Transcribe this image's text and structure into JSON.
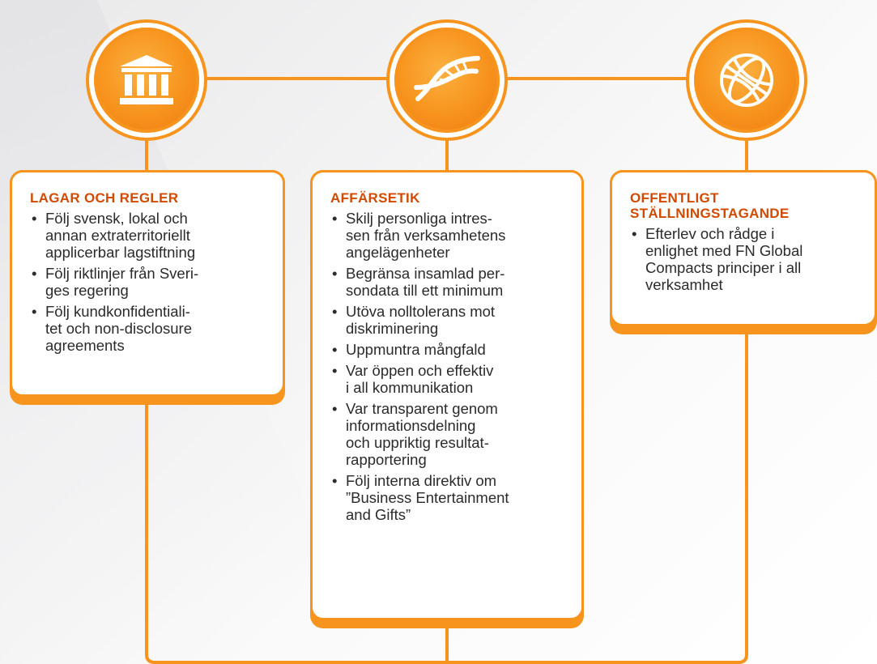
{
  "colors": {
    "accent": "#f7941d",
    "title": "#d24a00",
    "text": "#2b2b2b",
    "card_background": "#ffffff"
  },
  "columns": [
    {
      "icon": "government-building-icon",
      "title": "LAGAR OCH REGLER",
      "bullets": [
        "Följ svensk, lokal och\nannan extraterritoriellt\napplicerbar lagstiftning",
        "Följ riktlinjer från Sveri-\nges regering",
        "Följ kundkonfidentiali-\ntet och non-disclosure\nagreements"
      ]
    },
    {
      "icon": "dna-icon",
      "title": "AFFÄRSETIK",
      "bullets": [
        "Skilj personliga intres-\nsen från verksamhetens\nangelägenheter",
        "Begränsa insamlad per-\nsondata till ett minimum",
        "Utöva nolltolerans mot\ndiskriminering",
        "Uppmuntra mångfald",
        "Var öppen och effektiv\ni all kommunikation",
        "Var transparent genom\ninformationsdelning\noch uppriktig resultat-\nrapportering",
        "Följ interna direktiv om\n”Business Entertainment\nand Gifts”"
      ]
    },
    {
      "icon": "globe-icon",
      "title": "OFFENTLIGT\nSTÄLLNINGSTAGANDE",
      "bullets": [
        "Efterlev och rådge i\nenlighet med FN Global\nCompacts principer i all\nverksamhet"
      ]
    }
  ]
}
